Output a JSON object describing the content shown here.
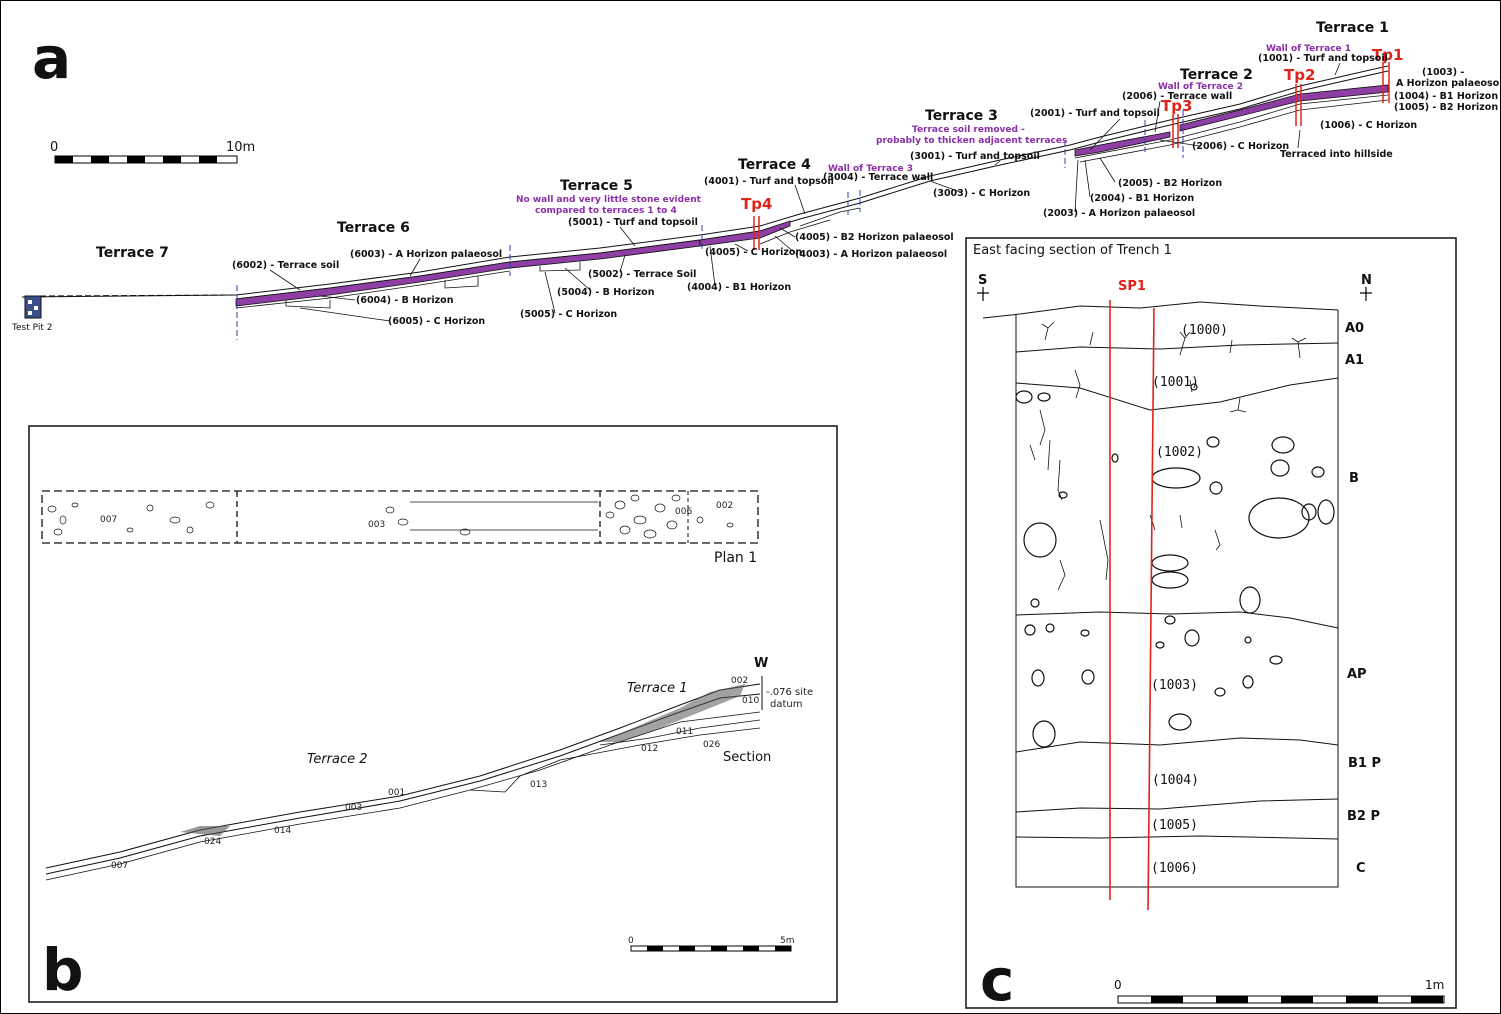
{
  "panel_a": {
    "letter": "a",
    "scale": {
      "start": "0",
      "end": "10m"
    },
    "terraces": {
      "t1": "Terrace 1",
      "t2": "Terrace 2",
      "t3": "Terrace 3",
      "t4": "Terrace 4",
      "t5": "Terrace 5",
      "t6": "Terrace 6",
      "t7": "Terrace 7"
    },
    "notes": {
      "wall_t1": "Wall of Terrace 1",
      "wall_t2": "Wall of Terrace 2",
      "wall_t3": "Wall of Terrace 3",
      "t3_removed_1": "Terrace soil removed -",
      "t3_removed_2": "probably to thicken adjacent terraces",
      "t5_note_1": "No wall and very little stone evident",
      "t5_note_2": "compared to terraces 1 to 4"
    },
    "test_pits": {
      "tp1": "Tp1",
      "tp2": "Tp2",
      "tp3": "Tp3",
      "tp4": "Tp4",
      "tp_2_label": "Test Pit 2"
    },
    "labels": {
      "l1001": "(1001) - Turf and topsoil",
      "l1003a": "(1003) -",
      "l1003b": "A Horizon palaeosol",
      "l1004": "(1004) - B1 Horizon",
      "l1005": "(1005) - B2 Horizon",
      "l1006": "(1006) - C Horizon",
      "terraced": "Terraced into hillside",
      "l2001": "(2001) - Turf and topsoil",
      "l2006": "(2006) - Terrace wall",
      "l2006c": "(2006) - C Horizon",
      "l2005": "(2005) - B2 Horizon",
      "l2004": "(2004) - B1 Horizon",
      "l2003": "(2003) - A Horizon palaeosol",
      "l3001": "(3001) - Turf and topsoil",
      "l3003": "(3003) - C Horizon",
      "l3004": "(3004) - Terrace wall",
      "l4001": "(4001) - Turf and topsoil",
      "l4005b2": "(4005) - B2 Horizon palaeosol",
      "l4003": "(4003) - A Horizon palaeosol",
      "l4005c": "(4005) - C Horizon",
      "l4004": "(4004) - B1 Horizon",
      "l5001": "(5001) - Turf and topsoil",
      "l5002": "(5002) - Terrace Soil",
      "l5004": "(5004) - B Horizon",
      "l5005": "(5005) - C Horizon",
      "l6003": "(6003) - A Horizon palaeosol",
      "l6002": "(6002) - Terrace soil",
      "l6004": "(6004) - B Horizon",
      "l6005": "(6005) - C Horizon"
    }
  },
  "panel_b": {
    "letter": "b",
    "plan_title": "Plan 1",
    "plan_contexts": {
      "c007": "007",
      "c003": "003",
      "c006": "006",
      "c002": "002"
    },
    "section_title": "Section",
    "terrace1": "Terrace 1",
    "terrace2": "Terrace 2",
    "w_label": "W",
    "datum_1": "-.076 site",
    "datum_2": "datum",
    "contexts": {
      "c002": "002",
      "c010": "010",
      "c011": "011",
      "c012": "012",
      "c026": "026",
      "c013": "013",
      "c001": "001",
      "c003": "003",
      "c014": "014",
      "c024": "024",
      "c007": "007"
    },
    "scale": {
      "start": "0",
      "end": "5m"
    }
  },
  "panel_c": {
    "letter": "c",
    "title": "East facing section of Trench 1",
    "south": "S",
    "north": "N",
    "sp1": "SP1",
    "layers": {
      "l1000": "(1000)",
      "l1001": "(1001)",
      "l1002": "(1002)",
      "l1003": "(1003)",
      "l1004": "(1004)",
      "l1005": "(1005)",
      "l1006": "(1006)"
    },
    "horizons": {
      "a0": "A0",
      "a1": "A1",
      "b": "B",
      "ap": "AP",
      "b1p": "B1 P",
      "b2p": "B2 P",
      "c": "C"
    },
    "scale": {
      "start": "0",
      "end": "1m"
    }
  },
  "colors": {
    "palaeosol": "#8e3fa3",
    "test_pit": "#e0241b",
    "note_purple": "#8b2fa8",
    "cut_blue": "#2f3fae"
  }
}
